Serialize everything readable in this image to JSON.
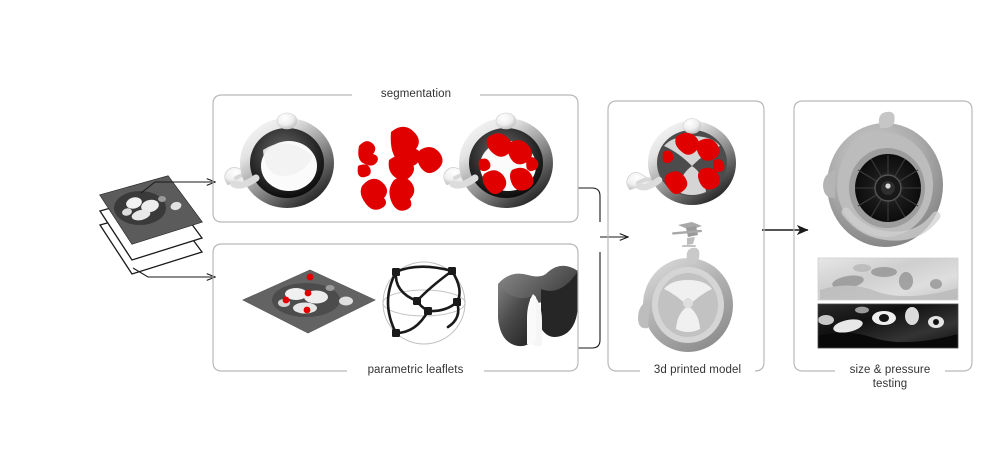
{
  "figure": {
    "type": "workflow-diagram",
    "subject": "patient-specific aortic valve modeling pipeline",
    "background_color": "#ffffff",
    "accent_color": "#e00000",
    "border_color": "#b9b9b9"
  },
  "input": {
    "name": "ct-slice-stack",
    "slice_count": 3,
    "description": "stack of grayscale CT cross-section slices"
  },
  "panels": [
    {
      "id": "segmentation",
      "label": "segmentation",
      "label_position": "top",
      "items": [
        {
          "name": "aortic-root-render",
          "kind": "grayscale-3d-render"
        },
        {
          "name": "calcification-clusters",
          "kind": "red-segmented-volumes",
          "color": "#e00000"
        },
        {
          "name": "root-with-calcification-overlay",
          "kind": "grayscale-3d-render-with-red-overlay"
        }
      ]
    },
    {
      "id": "parametric-leaflets",
      "label": "parametric leaflets",
      "label_position": "bottom",
      "items": [
        {
          "name": "annotated-ct-plane",
          "kind": "oblique-ct-slice-with-landmarks",
          "landmark_count": 4,
          "landmark_color": "#e00000"
        },
        {
          "name": "control-point-wireframe",
          "kind": "sphere-wireframe-with-nodes",
          "node_count": 6
        },
        {
          "name": "leaflet-surface-model",
          "kind": "tri-leaflet-surface"
        }
      ]
    },
    {
      "id": "3d-printed-model",
      "label": "3d printed model",
      "label_position": "bottom",
      "items": [
        {
          "name": "digital-valve-model",
          "kind": "grayscale-3d-render-with-red-overlay"
        },
        {
          "name": "3d-printer-icon",
          "kind": "printer-extruder-glyph"
        },
        {
          "name": "physical-printed-valve",
          "kind": "photograph-of-printed-model"
        }
      ]
    },
    {
      "id": "size-pressure-testing",
      "label_line_1": "size & pressure",
      "label_line_2": "testing",
      "label_position": "bottom",
      "items": [
        {
          "name": "valve-sizer-photo",
          "kind": "photograph-with-radial-sizing-device"
        },
        {
          "name": "pressure-map-light",
          "kind": "texture-strip",
          "tone": "light"
        },
        {
          "name": "pressure-map-dark",
          "kind": "texture-strip",
          "tone": "dark"
        }
      ]
    }
  ],
  "connectors": [
    {
      "name": "input-to-segmentation",
      "kind": "arrow",
      "from": "ct-slice-stack",
      "to": "segmentation"
    },
    {
      "name": "input-to-parametric",
      "kind": "arrow",
      "from": "ct-slice-stack",
      "to": "parametric-leaflets"
    },
    {
      "name": "merge-to-printed-model",
      "kind": "merge-arrow",
      "from": [
        "segmentation",
        "parametric-leaflets"
      ],
      "to": "3d-printed-model"
    },
    {
      "name": "printed-to-testing",
      "kind": "arrow",
      "from": "3d-printed-model",
      "to": "size-pressure-testing"
    }
  ]
}
